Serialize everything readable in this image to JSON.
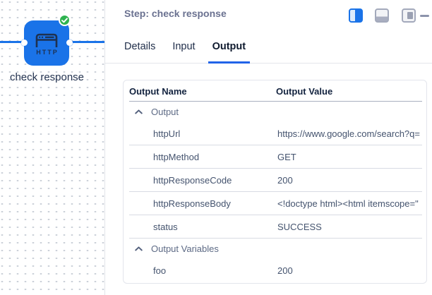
{
  "canvas": {
    "node": {
      "label": "check response",
      "type_label": "HTTP",
      "status": "success"
    },
    "colors": {
      "node_blue": "#1a73e8",
      "edge_blue": "#1a73e8",
      "badge_green": "#2eb350",
      "icon_navy": "#1e3150"
    }
  },
  "panel": {
    "title": "Step: check response",
    "window_controls": {
      "icons": [
        "split-view-icon",
        "bottom-panel-icon",
        "right-panel-icon",
        "minimize-icon"
      ],
      "active_icon": "split-view-icon",
      "accent_color": "#1a73e8"
    },
    "tabs": [
      {
        "label": "Details",
        "active": false
      },
      {
        "label": "Input",
        "active": false
      },
      {
        "label": "Output",
        "active": true
      }
    ],
    "active_tab_underline_color": "#2163e8",
    "table": {
      "columns": [
        "Output Name",
        "Output Value"
      ],
      "rows": [
        {
          "type": "group",
          "label": "Output"
        },
        {
          "type": "data",
          "name": "httpUrl",
          "value": "https://www.google.com/search?q="
        },
        {
          "type": "data",
          "name": "httpMethod",
          "value": "GET"
        },
        {
          "type": "data",
          "name": "httpResponseCode",
          "value": "200"
        },
        {
          "type": "data",
          "name": "httpResponseBody",
          "value": "<!doctype html><html itemscope=\""
        },
        {
          "type": "data",
          "name": "status",
          "value": "SUCCESS"
        },
        {
          "type": "group",
          "label": "Output Variables"
        },
        {
          "type": "data",
          "name": "foo",
          "value": "200"
        }
      ]
    }
  }
}
